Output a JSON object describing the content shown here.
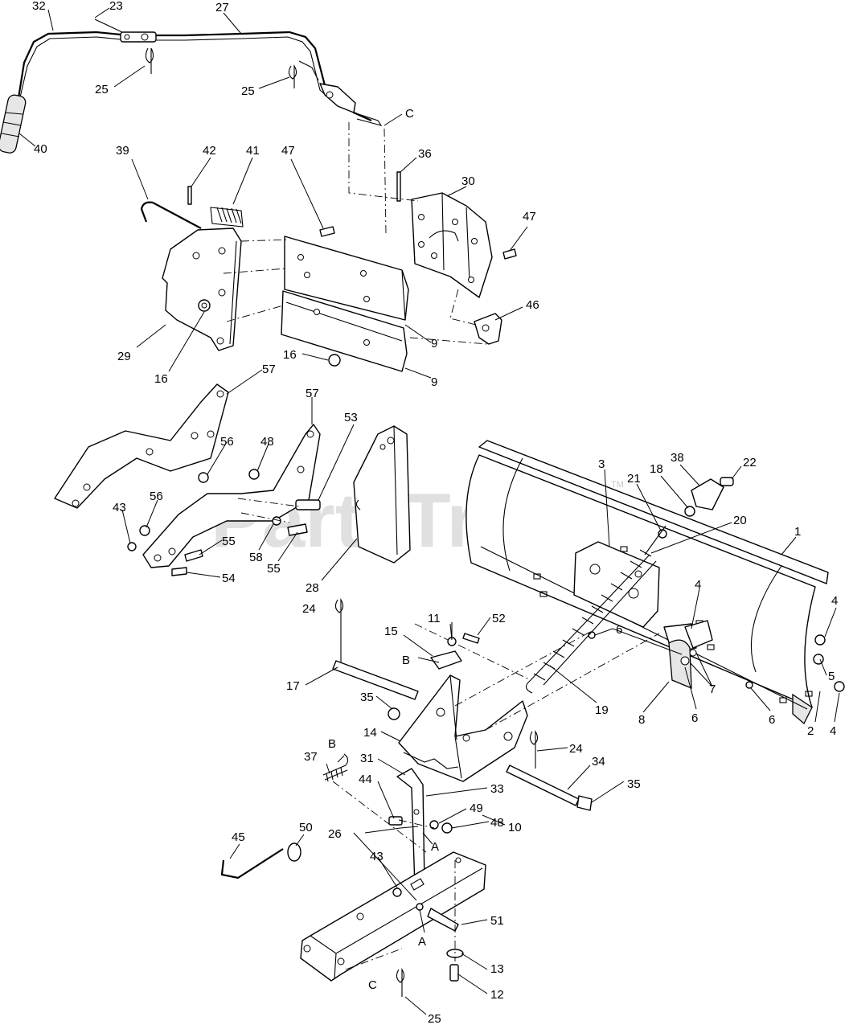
{
  "watermark": {
    "text": "PartsTree",
    "mark": "TM"
  },
  "callouts": {
    "c32": "32",
    "c23": "23",
    "c27": "27",
    "c25a": "25",
    "c25b": "25",
    "c40": "40",
    "cC1": "C",
    "c39": "39",
    "c42": "42",
    "c41": "41",
    "c47a": "47",
    "c36": "36",
    "c30": "30",
    "c47b": "47",
    "c46": "46",
    "c29": "29",
    "c16a": "16",
    "c9a": "9",
    "c16b": "16",
    "c9b": "9",
    "c57a": "57",
    "c57b": "57",
    "c56a": "56",
    "c48a": "48",
    "c53": "53",
    "c56b": "56",
    "c43a": "43",
    "c55a": "55",
    "c58": "58",
    "c55b": "55",
    "c54": "54",
    "c28": "28",
    "c3": "3",
    "c21": "21",
    "c18": "18",
    "c38": "38",
    "c22": "22",
    "c20": "20",
    "c1": "1",
    "c4a": "4",
    "c4b": "4",
    "c24a": "24",
    "c11": "11",
    "c52": "52",
    "c15": "15",
    "cB1": "B",
    "c6a": "6",
    "c5": "5",
    "c7": "7",
    "c17": "17",
    "c19": "19",
    "c8": "8",
    "c6b": "6",
    "c6c": "6",
    "c2": "2",
    "c4c": "4",
    "c35a": "35",
    "c14": "14",
    "c24b": "24",
    "c37": "37",
    "cB2": "B",
    "c31": "31",
    "c34": "34",
    "c35b": "35",
    "c44": "44",
    "c33": "33",
    "c49": "49",
    "c48b": "48",
    "cA1": "A",
    "c45": "45",
    "c43b": "43",
    "c50": "50",
    "c26": "26",
    "c10": "10",
    "c51": "51",
    "cA2": "A",
    "c13": "13",
    "cC2": "C",
    "c12": "12",
    "c25c": "25"
  }
}
